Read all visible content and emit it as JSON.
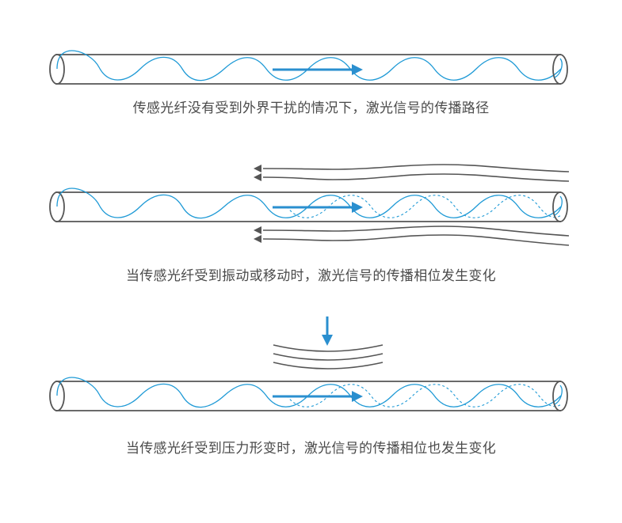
{
  "colors": {
    "tube": "#555555",
    "wave": "#1f9ad6",
    "arrow": "#2a8fcf",
    "disturbance": "#555555"
  },
  "panels": [
    {
      "caption": "传感光纤没有受到外界干扰的情况下，激光信号的传播路径",
      "disturbance": "none"
    },
    {
      "caption": "当传感光纤受到振动或移动时，激光信号的传播相位发生变化",
      "disturbance": "vibration"
    },
    {
      "caption": "当传感光纤受到压力形变时，激光信号的传播相位也发生变化",
      "disturbance": "pressure"
    }
  ]
}
